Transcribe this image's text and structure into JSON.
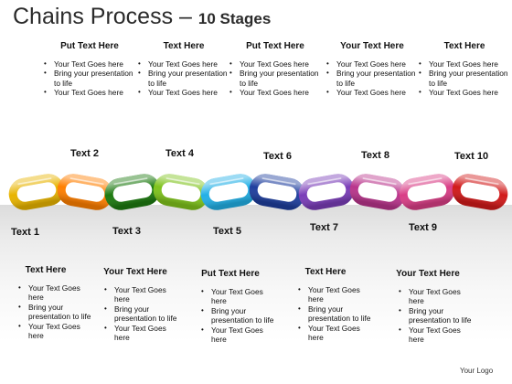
{
  "header": {
    "title": "Chains Process",
    "dash": "–",
    "subtitle": "10 Stages"
  },
  "top_columns": [
    {
      "heading": "Put Text Here",
      "bullets": [
        "Your Text Goes here",
        "Bring your presentation to life",
        "Your Text Goes here"
      ]
    },
    {
      "heading": "Text Here",
      "bullets": [
        "Your Text Goes here",
        "Bring your presentation to life",
        "Your Text Goes here"
      ]
    },
    {
      "heading": "Put Text Here",
      "bullets": [
        "Your Text Goes here",
        "Bring your presentation to life",
        "Your Text Goes here"
      ]
    },
    {
      "heading": "Your Text Here",
      "bullets": [
        "Your Text Goes here",
        "Bring your presentation to life",
        "Your Text Goes here"
      ]
    },
    {
      "heading": "Text Here",
      "bullets": [
        "Your Text Goes here",
        "Bring your presentation to life",
        "Your Text Goes here"
      ]
    }
  ],
  "bottom_columns": [
    {
      "heading": "Text Here",
      "bullets": [
        "Your Text Goes here",
        "Bring your presentation to life",
        "Your Text Goes here"
      ]
    },
    {
      "heading": "Your Text Here",
      "bullets": [
        "Your Text Goes here",
        "Bring your presentation to life",
        "Your Text Goes here"
      ]
    },
    {
      "heading": "Put Text Here",
      "bullets": [
        "Your Text Goes here",
        "Bring your presentation to life",
        "Your Text Goes here"
      ]
    },
    {
      "heading": "Text Here",
      "bullets": [
        "Your Text Goes here",
        "Bring your presentation to life",
        "Your Text Goes here"
      ]
    },
    {
      "heading": "Your Text Here",
      "bullets": [
        "Your Text Goes here",
        "Bring your presentation to life",
        "Your Text Goes here"
      ]
    }
  ],
  "stages": [
    {
      "label": "Text 1",
      "color": "#e8b400"
    },
    {
      "label": "Text 2",
      "color": "#ff7f00"
    },
    {
      "label": "Text 3",
      "color": "#1d7a10"
    },
    {
      "label": "Text 4",
      "color": "#7fc31c"
    },
    {
      "label": "Text 5",
      "color": "#22b0e6"
    },
    {
      "label": "Text 6",
      "color": "#1f3f9e"
    },
    {
      "label": "Text 7",
      "color": "#7a3db8"
    },
    {
      "label": "Text 8",
      "color": "#b9358c"
    },
    {
      "label": "Text 9",
      "color": "#d93e86"
    },
    {
      "label": "Text 10",
      "color": "#d11a1a"
    }
  ],
  "footer": {
    "logo_text": "Your Logo"
  }
}
